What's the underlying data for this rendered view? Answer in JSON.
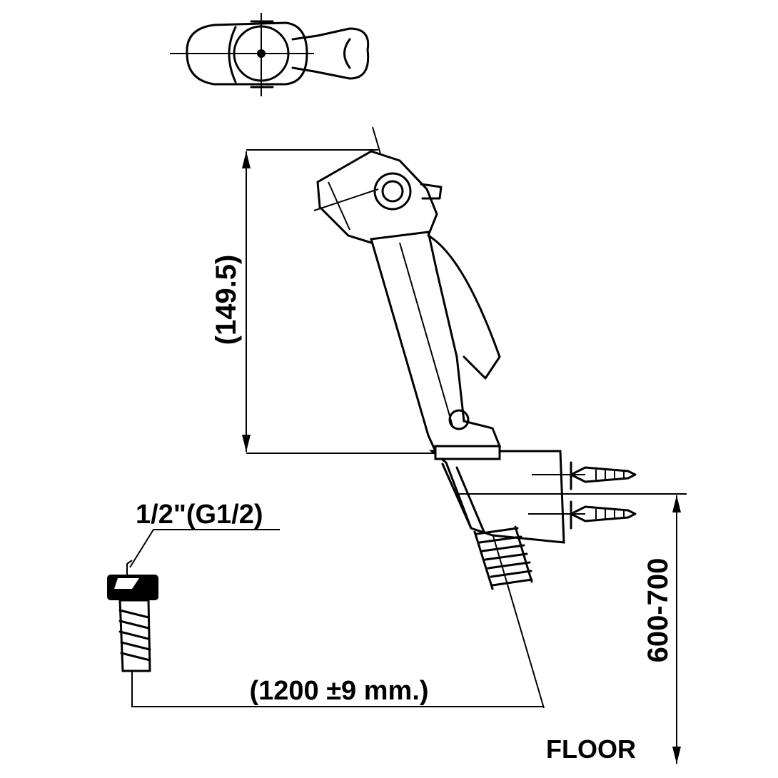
{
  "drawing": {
    "dimension_height": "(149.5)",
    "thread_size": "1/2\"(G1/2)",
    "hose_length": "(1200 ±9 mm.)",
    "mount_height": "600-700",
    "floor_label": "FLOOR"
  }
}
